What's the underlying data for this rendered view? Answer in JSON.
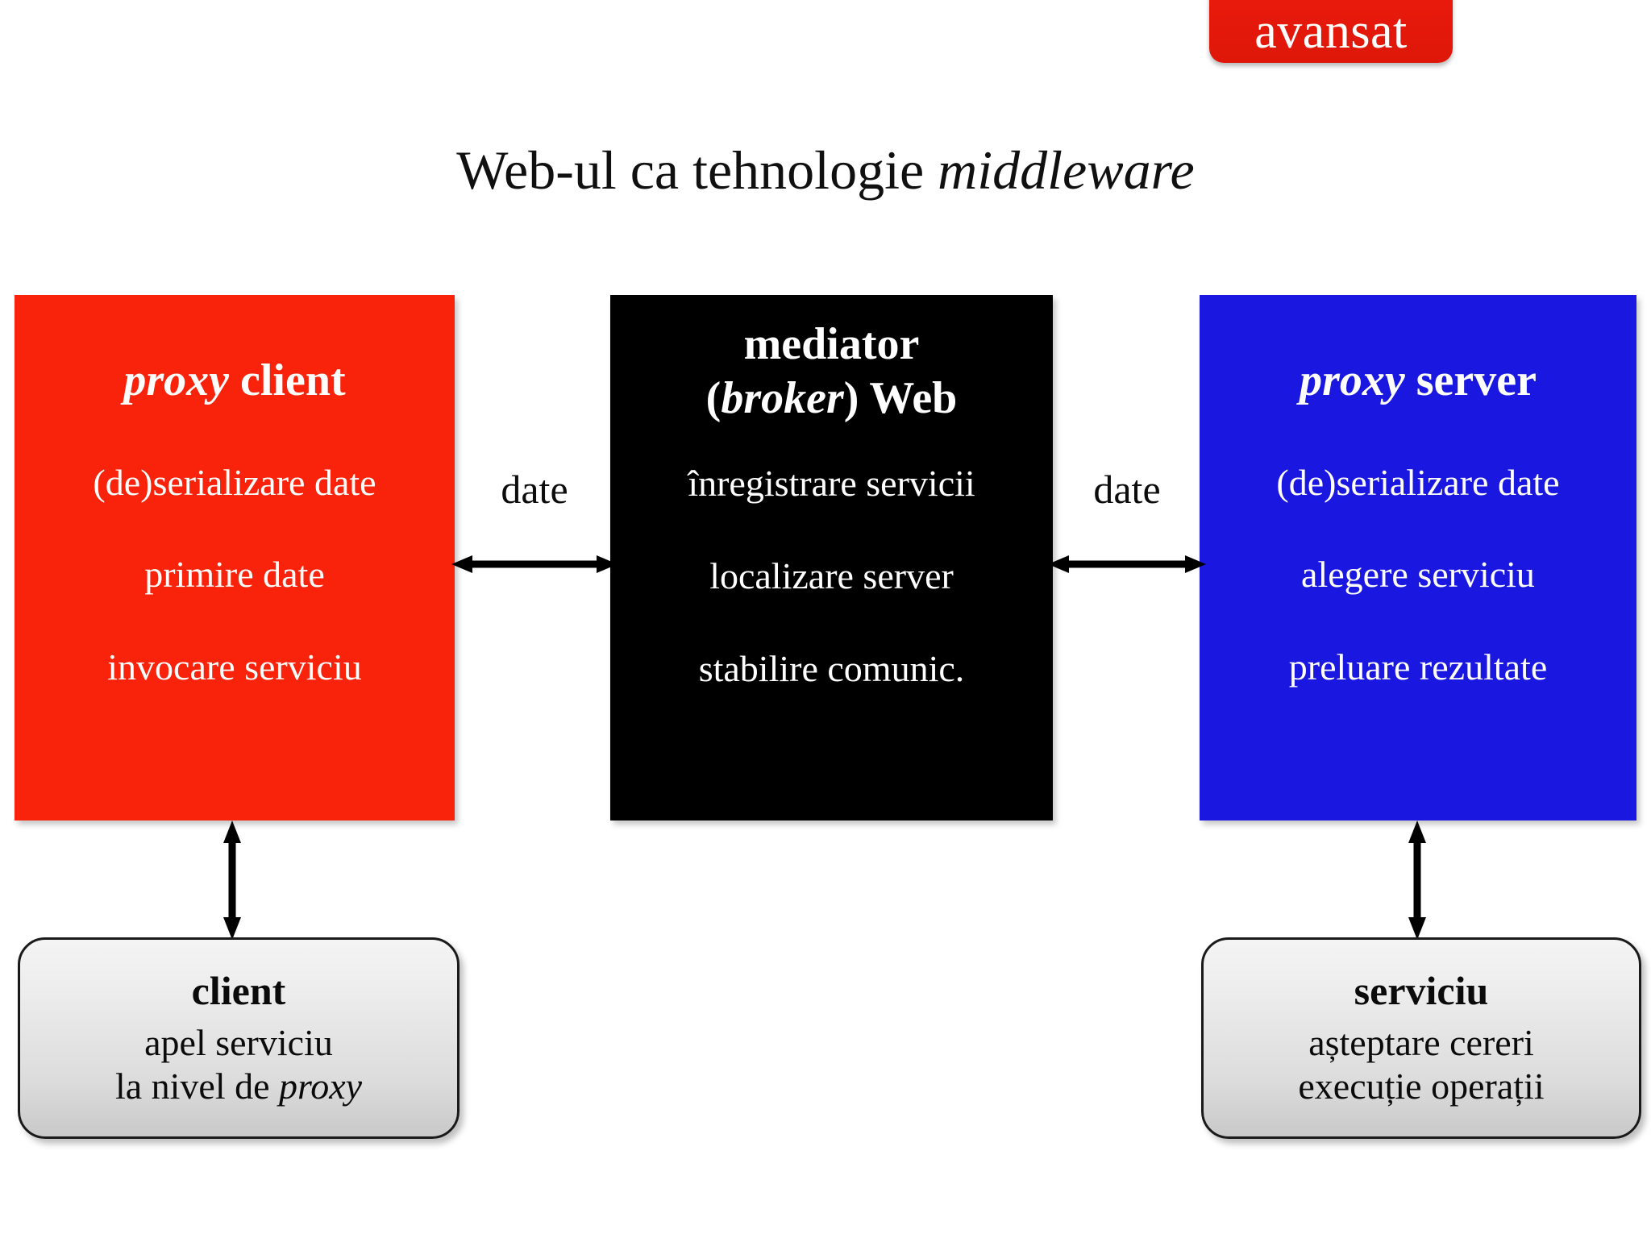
{
  "badge": {
    "label": "avansat",
    "color": "#e5190b",
    "text_color": "#ffffff"
  },
  "title": {
    "text_plain": "Web-ul ca tehnologie ",
    "text_italic": "middleware"
  },
  "boxes": {
    "proxy_client": {
      "color": "#f8230a",
      "head_italic": "proxy",
      "head_plain": " client",
      "lines": [
        "(de)serializare date",
        "primire date",
        "invocare serviciu"
      ]
    },
    "mediator": {
      "color": "#000000",
      "head_line1": "mediator",
      "head_line2_open": "(",
      "head_line2_italic": "broker",
      "head_line2_close": ") Web",
      "lines": [
        "înregistrare servicii",
        "localizare server",
        "stabilire comunic."
      ]
    },
    "proxy_server": {
      "color": "#1a18e0",
      "head_italic": "proxy",
      "head_plain": " server",
      "lines": [
        "(de)serializare date",
        "alegere serviciu",
        "preluare rezultate"
      ]
    }
  },
  "connectors": {
    "left_label": "date",
    "right_label": "date",
    "arrow_color": "#000000"
  },
  "grey_boxes": {
    "client": {
      "head": "client",
      "line1": "apel serviciu",
      "line2_plain": "la nivel de ",
      "line2_italic": "proxy"
    },
    "serviciu": {
      "head": "serviciu",
      "line1": "așteptare cereri",
      "line2": "execuție operații"
    }
  }
}
